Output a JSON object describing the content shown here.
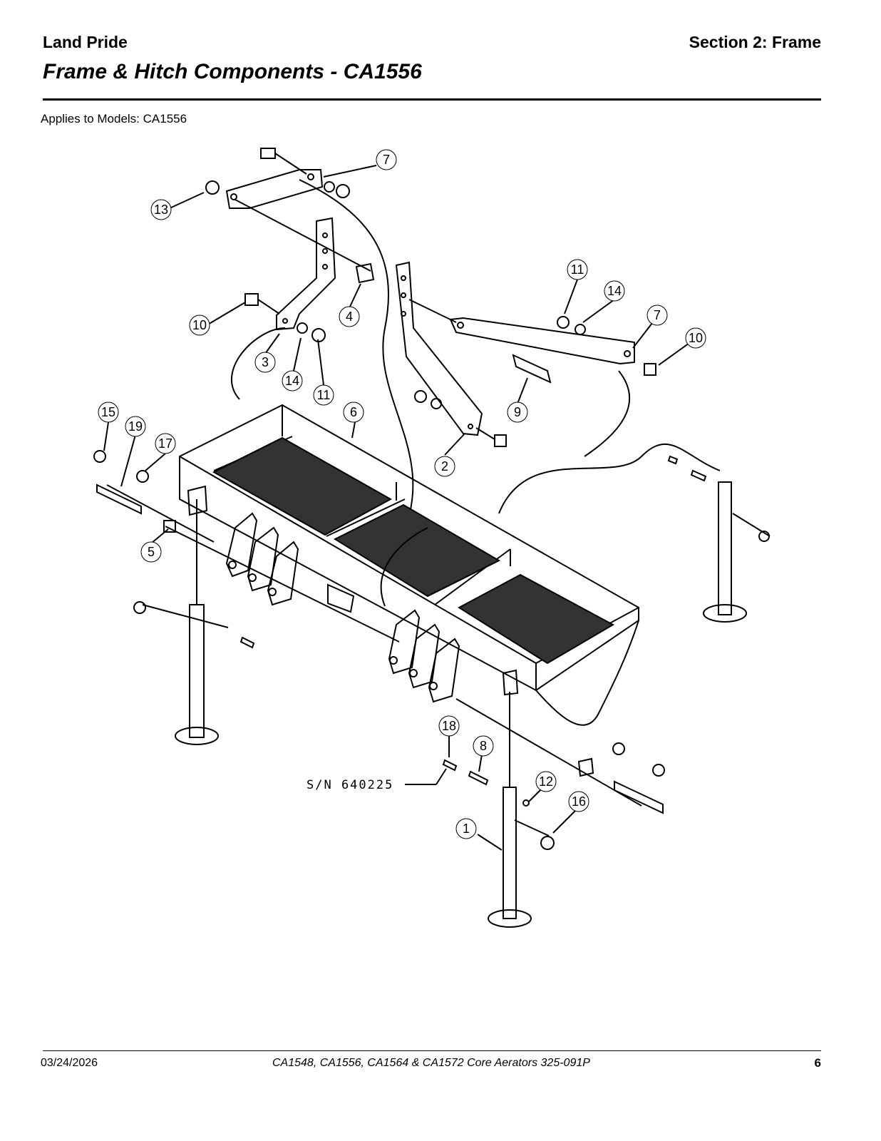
{
  "header": {
    "brand": "Land Pride",
    "section": "Section 2: Frame",
    "title": "Frame & Hitch Components - CA1556"
  },
  "applies_to": "Applies to Models: CA1556",
  "diagram": {
    "serial_note": "S/N 640225",
    "callouts": [
      "1",
      "2",
      "3",
      "4",
      "5",
      "6",
      "7",
      "7",
      "8",
      "9",
      "10",
      "10",
      "11",
      "11",
      "12",
      "13",
      "14",
      "14",
      "15",
      "16",
      "17",
      "18",
      "19"
    ]
  },
  "footer": {
    "date": "03/24/2026",
    "doc": "CA1548, CA1556, CA1564 & CA1572  Core Aerators  325-091P",
    "page": "6"
  }
}
